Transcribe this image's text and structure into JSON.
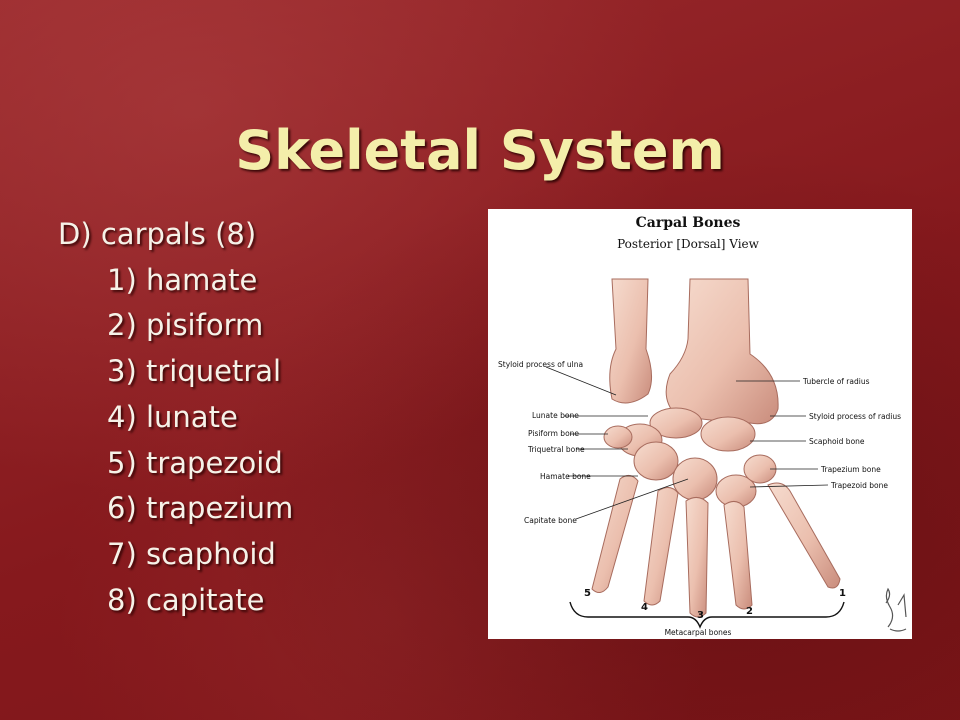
{
  "slide": {
    "title": "Skeletal System",
    "heading": "D) carpals (8)",
    "items": [
      "1) hamate",
      "2) pisiform",
      "3) triquetral",
      "4) lunate",
      "5) trapezoid",
      "6) trapezium",
      "7) scaphoid",
      "8) capitate"
    ]
  },
  "figure": {
    "title": "Carpal Bones",
    "subtitle": "Posterior [Dorsal] View",
    "labels": {
      "styloid_ulna": "Styloid process of ulna",
      "tubercle_radius": "Tubercle of radius",
      "lunate": "Lunate bone",
      "styloid_radius": "Styloid process of radius",
      "pisiform": "Pisiform bone",
      "scaphoid": "Scaphoid bone",
      "triquetral": "Triquetral bone",
      "trapezium": "Trapezium bone",
      "hamate": "Hamate bone",
      "trapezoid": "Trapezoid bone",
      "capitate": "Capitate bone",
      "metacarpal": "Metacarpal bones"
    },
    "metacarpal_numbers": [
      "5",
      "4",
      "3",
      "2",
      "1"
    ]
  },
  "colors": {
    "background": "#8e2326",
    "title": "#f4eeaa",
    "text": "#f6f2e8",
    "bone": "#ebbfae",
    "bone_shade": "#c98c7c"
  }
}
